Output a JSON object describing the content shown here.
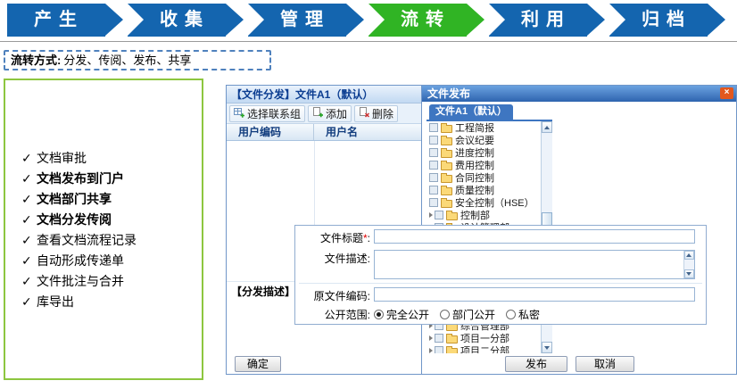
{
  "process_flow": {
    "steps": [
      {
        "label": "产生",
        "active": false
      },
      {
        "label": "收集",
        "active": false
      },
      {
        "label": "管理",
        "active": false
      },
      {
        "label": "流转",
        "active": true
      },
      {
        "label": "利用",
        "active": false
      },
      {
        "label": "归档",
        "active": false
      }
    ],
    "inactive_color": "#1465af",
    "active_color": "#30b424"
  },
  "flow_note": {
    "prefix": "流转方式:",
    "text": "分发、传阅、发布、共享"
  },
  "features": {
    "check": "✓",
    "items": [
      {
        "label": "文档审批",
        "bold": false
      },
      {
        "label": "文档发布到门户",
        "bold": true
      },
      {
        "label": "文档部门共享",
        "bold": true
      },
      {
        "label": "文档分发传阅",
        "bold": true
      },
      {
        "label": "查看文档流程记录",
        "bold": false
      },
      {
        "label": "自动形成传递单",
        "bold": false
      },
      {
        "label": "文件批注与合并",
        "bold": false
      },
      {
        "label": "库导出",
        "bold": false
      }
    ]
  },
  "distribute_dialog": {
    "title": "【文件分发】文件A1（默认）",
    "toolbar": {
      "select_group": "选择联系组",
      "add": "添加",
      "remove": "删除"
    },
    "table": {
      "col_user_code": "用户编码",
      "col_user_name": "用户名"
    },
    "desc_label": "【分发描述】",
    "ok_button": "确定"
  },
  "publish_panel": {
    "title": "文件发布",
    "close": "×",
    "tab": "文件A1（默认）",
    "tree": [
      {
        "label": "工程简报",
        "expandable": false
      },
      {
        "label": "会议纪要",
        "expandable": false
      },
      {
        "label": "进度控制",
        "expandable": false
      },
      {
        "label": "费用控制",
        "expandable": false
      },
      {
        "label": "合同控制",
        "expandable": false
      },
      {
        "label": "质量控制",
        "expandable": false
      },
      {
        "label": "安全控制（HSE）",
        "expandable": false
      },
      {
        "label": "控制部",
        "expandable": true
      },
      {
        "label": "设计管理部",
        "expandable": true
      }
    ],
    "tree_bottom": [
      {
        "label": "综合管理部",
        "expandable": true
      },
      {
        "label": "项目一分部",
        "expandable": true
      },
      {
        "label": "项目二分部",
        "expandable": true
      }
    ],
    "publish_button": "发布",
    "cancel_button": "取消"
  },
  "publish_form": {
    "title_label": "文件标题",
    "required_mark": "*",
    "colon": ":",
    "desc_label": "文件描述:",
    "code_label": "原文件编码:",
    "scope_label": "公开范围:",
    "scope_options": [
      {
        "label": "完全公开",
        "selected": true
      },
      {
        "label": "部门公开",
        "selected": false
      },
      {
        "label": "私密",
        "selected": false
      }
    ]
  }
}
